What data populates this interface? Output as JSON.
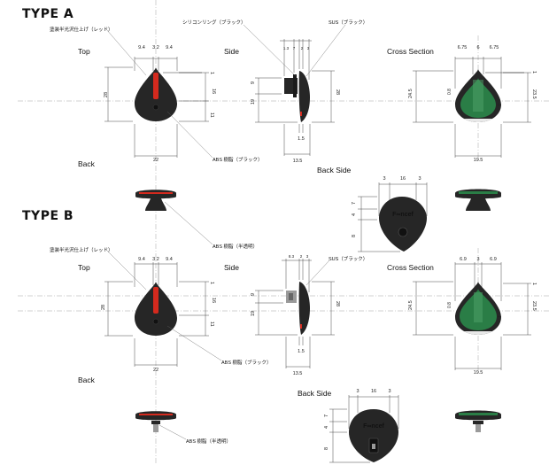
{
  "type_a": {
    "title": "TYPE A",
    "views": {
      "top": "Top",
      "side": "Side",
      "cross": "Cross Section",
      "back": "Back",
      "back_side": "Back Side"
    },
    "notes": {
      "red_paint": "塗装半光沢仕上げ（レッド）",
      "silicone": "シリコンリング（ブラック）",
      "sus": "SUS（ブラック）",
      "abs_black": "ABS 樹脂（ブラック）",
      "abs_clear": "ABS 樹脂（半透明）"
    },
    "dims": {
      "top_w": [
        "9.4",
        "3.2",
        "9.4"
      ],
      "top_h": "28",
      "top_16": "16",
      "top_11": "11",
      "top_1": "1",
      "top_bottom": "22",
      "side_top": [
        "1.3",
        "7",
        "2",
        "3"
      ],
      "side_9": "9",
      "side_19": "19",
      "side_28": "28",
      "side_15": "1.5",
      "side_bottom": "13.5",
      "cross_top": [
        "6.75",
        "6",
        "6.75"
      ],
      "cross_245": "24.5",
      "cross_08": "0.8",
      "cross_1": "1",
      "cross_235": "23.5",
      "cross_1b": "1",
      "cross_bottom": "19.5",
      "bs_top": [
        "3",
        "16",
        "3"
      ],
      "bs_7": "7",
      "bs_4": "4",
      "bs_8": "8"
    }
  },
  "type_b": {
    "title": "TYPE B",
    "views": {
      "top": "Top",
      "side": "Side",
      "cross": "Cross Section",
      "back": "Back",
      "back_side": "Back Side"
    },
    "notes": {
      "red_paint": "塗装半光沢仕上げ（レッド）",
      "sus": "SUS（ブラック）",
      "abs_black": "ABS 樹脂（ブラック）",
      "abs_clear": "ABS 樹脂（半透明）"
    },
    "dims": {
      "top_w": [
        "9.4",
        "3.2",
        "9.4"
      ],
      "top_h": "28",
      "top_16": "16",
      "top_11": "11",
      "top_1": "1",
      "top_bottom": "22",
      "side_top": [
        "8.3",
        "2",
        "3"
      ],
      "side_9": "9",
      "side_19": "19",
      "side_28": "28",
      "side_15": "1.5",
      "side_bottom": "13.5",
      "cross_top": [
        "6.9",
        "3",
        "6.9"
      ],
      "cross_245": "24.5",
      "cross_08": "0.8",
      "cross_1": "1",
      "cross_235": "23.5",
      "cross_1b": "1",
      "cross_bottom": "19.5",
      "bs_top": [
        "3",
        "16",
        "3"
      ],
      "bs_7": "7",
      "bs_4": "4",
      "bs_8": "8"
    }
  },
  "logo_text": "F∞ncef",
  "colors": {
    "body": "#262626",
    "red": "#d42a1e",
    "green": "#2a7d46",
    "green_light": "#4fa46a",
    "line": "#333333"
  }
}
